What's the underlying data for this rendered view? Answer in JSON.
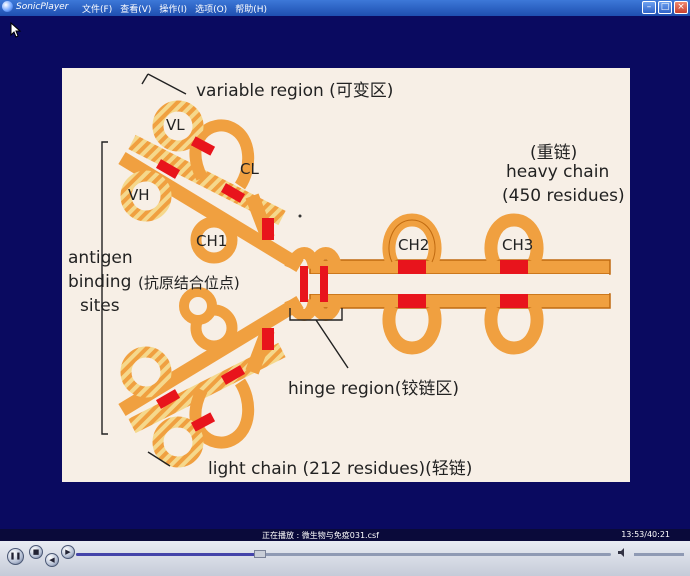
{
  "window": {
    "app_name": "SonicPlayer",
    "menu": [
      "文件(F)",
      "查看(V)",
      "操作(I)",
      "选项(O)",
      "帮助(H)"
    ]
  },
  "slide": {
    "variable_region": "variable region (可变区)",
    "vl": "VL",
    "cl": "CL",
    "vh": "VH",
    "ch1": "CH1",
    "ch2": "CH2",
    "ch3": "CH3",
    "heavy_chain_cn": "(重链)",
    "heavy_chain": "heavy chain",
    "heavy_residues": "(450 residues)",
    "antigen": "antigen",
    "binding": "binding",
    "sites": "sites",
    "sites_cn": "(抗原结合位点)",
    "hinge": "hinge region(铰链区)",
    "light_chain": "light chain (212 residues)(轻链)"
  },
  "status": {
    "now_playing": "正在播放 : 微生物与免疫031.csf",
    "time": "13:53/40:21"
  },
  "player": {
    "progress": 0.344
  },
  "colors": {
    "chain_orange": "#f0a040",
    "chain_yellow": "#f5d88c",
    "disulfide_red": "#e8141c"
  }
}
